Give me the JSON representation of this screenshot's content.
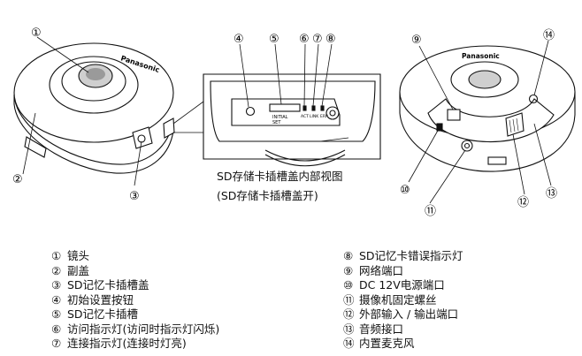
{
  "callouts": {
    "c1": "①",
    "c2": "②",
    "c3": "③",
    "c4": "④",
    "c5": "⑤",
    "c6": "⑥",
    "c7": "⑦",
    "c8": "⑧",
    "c9": "⑨",
    "c10": "⑩",
    "c11": "⑪",
    "c12": "⑫",
    "c13": "⑬",
    "c14": "⑭"
  },
  "brand": "Panasonic",
  "slot_labels": {
    "initial": "INITIAL\nSET",
    "act": "ACT",
    "link": "LINK",
    "err": "ERR"
  },
  "caption": {
    "line1": "SD存储卡插槽盖内部视图",
    "line2": "(SD存储卡插槽盖开)"
  },
  "legend_left": [
    {
      "num": "①",
      "text": "镜头"
    },
    {
      "num": "②",
      "text": "副盖"
    },
    {
      "num": "③",
      "text": "SD记忆卡插槽盖"
    },
    {
      "num": "④",
      "text": "初始设置按钮"
    },
    {
      "num": "⑤",
      "text": "SD记忆卡插槽"
    },
    {
      "num": "⑥",
      "text": "访问指示灯(访问时指示灯闪烁)"
    },
    {
      "num": "⑦",
      "text": "连接指示灯(连接时灯亮)"
    }
  ],
  "legend_right": [
    {
      "num": "⑧",
      "text": "SD记忆卡错误指示灯"
    },
    {
      "num": "⑨",
      "text": "网络端口"
    },
    {
      "num": "⑩",
      "text": "DC 12V电源端口"
    },
    {
      "num": "⑪",
      "text": "摄像机固定螺丝"
    },
    {
      "num": "⑫",
      "text": "外部输入 / 输出端口"
    },
    {
      "num": "⑬",
      "text": "音频接口"
    },
    {
      "num": "⑭",
      "text": "内置麦克风"
    }
  ]
}
